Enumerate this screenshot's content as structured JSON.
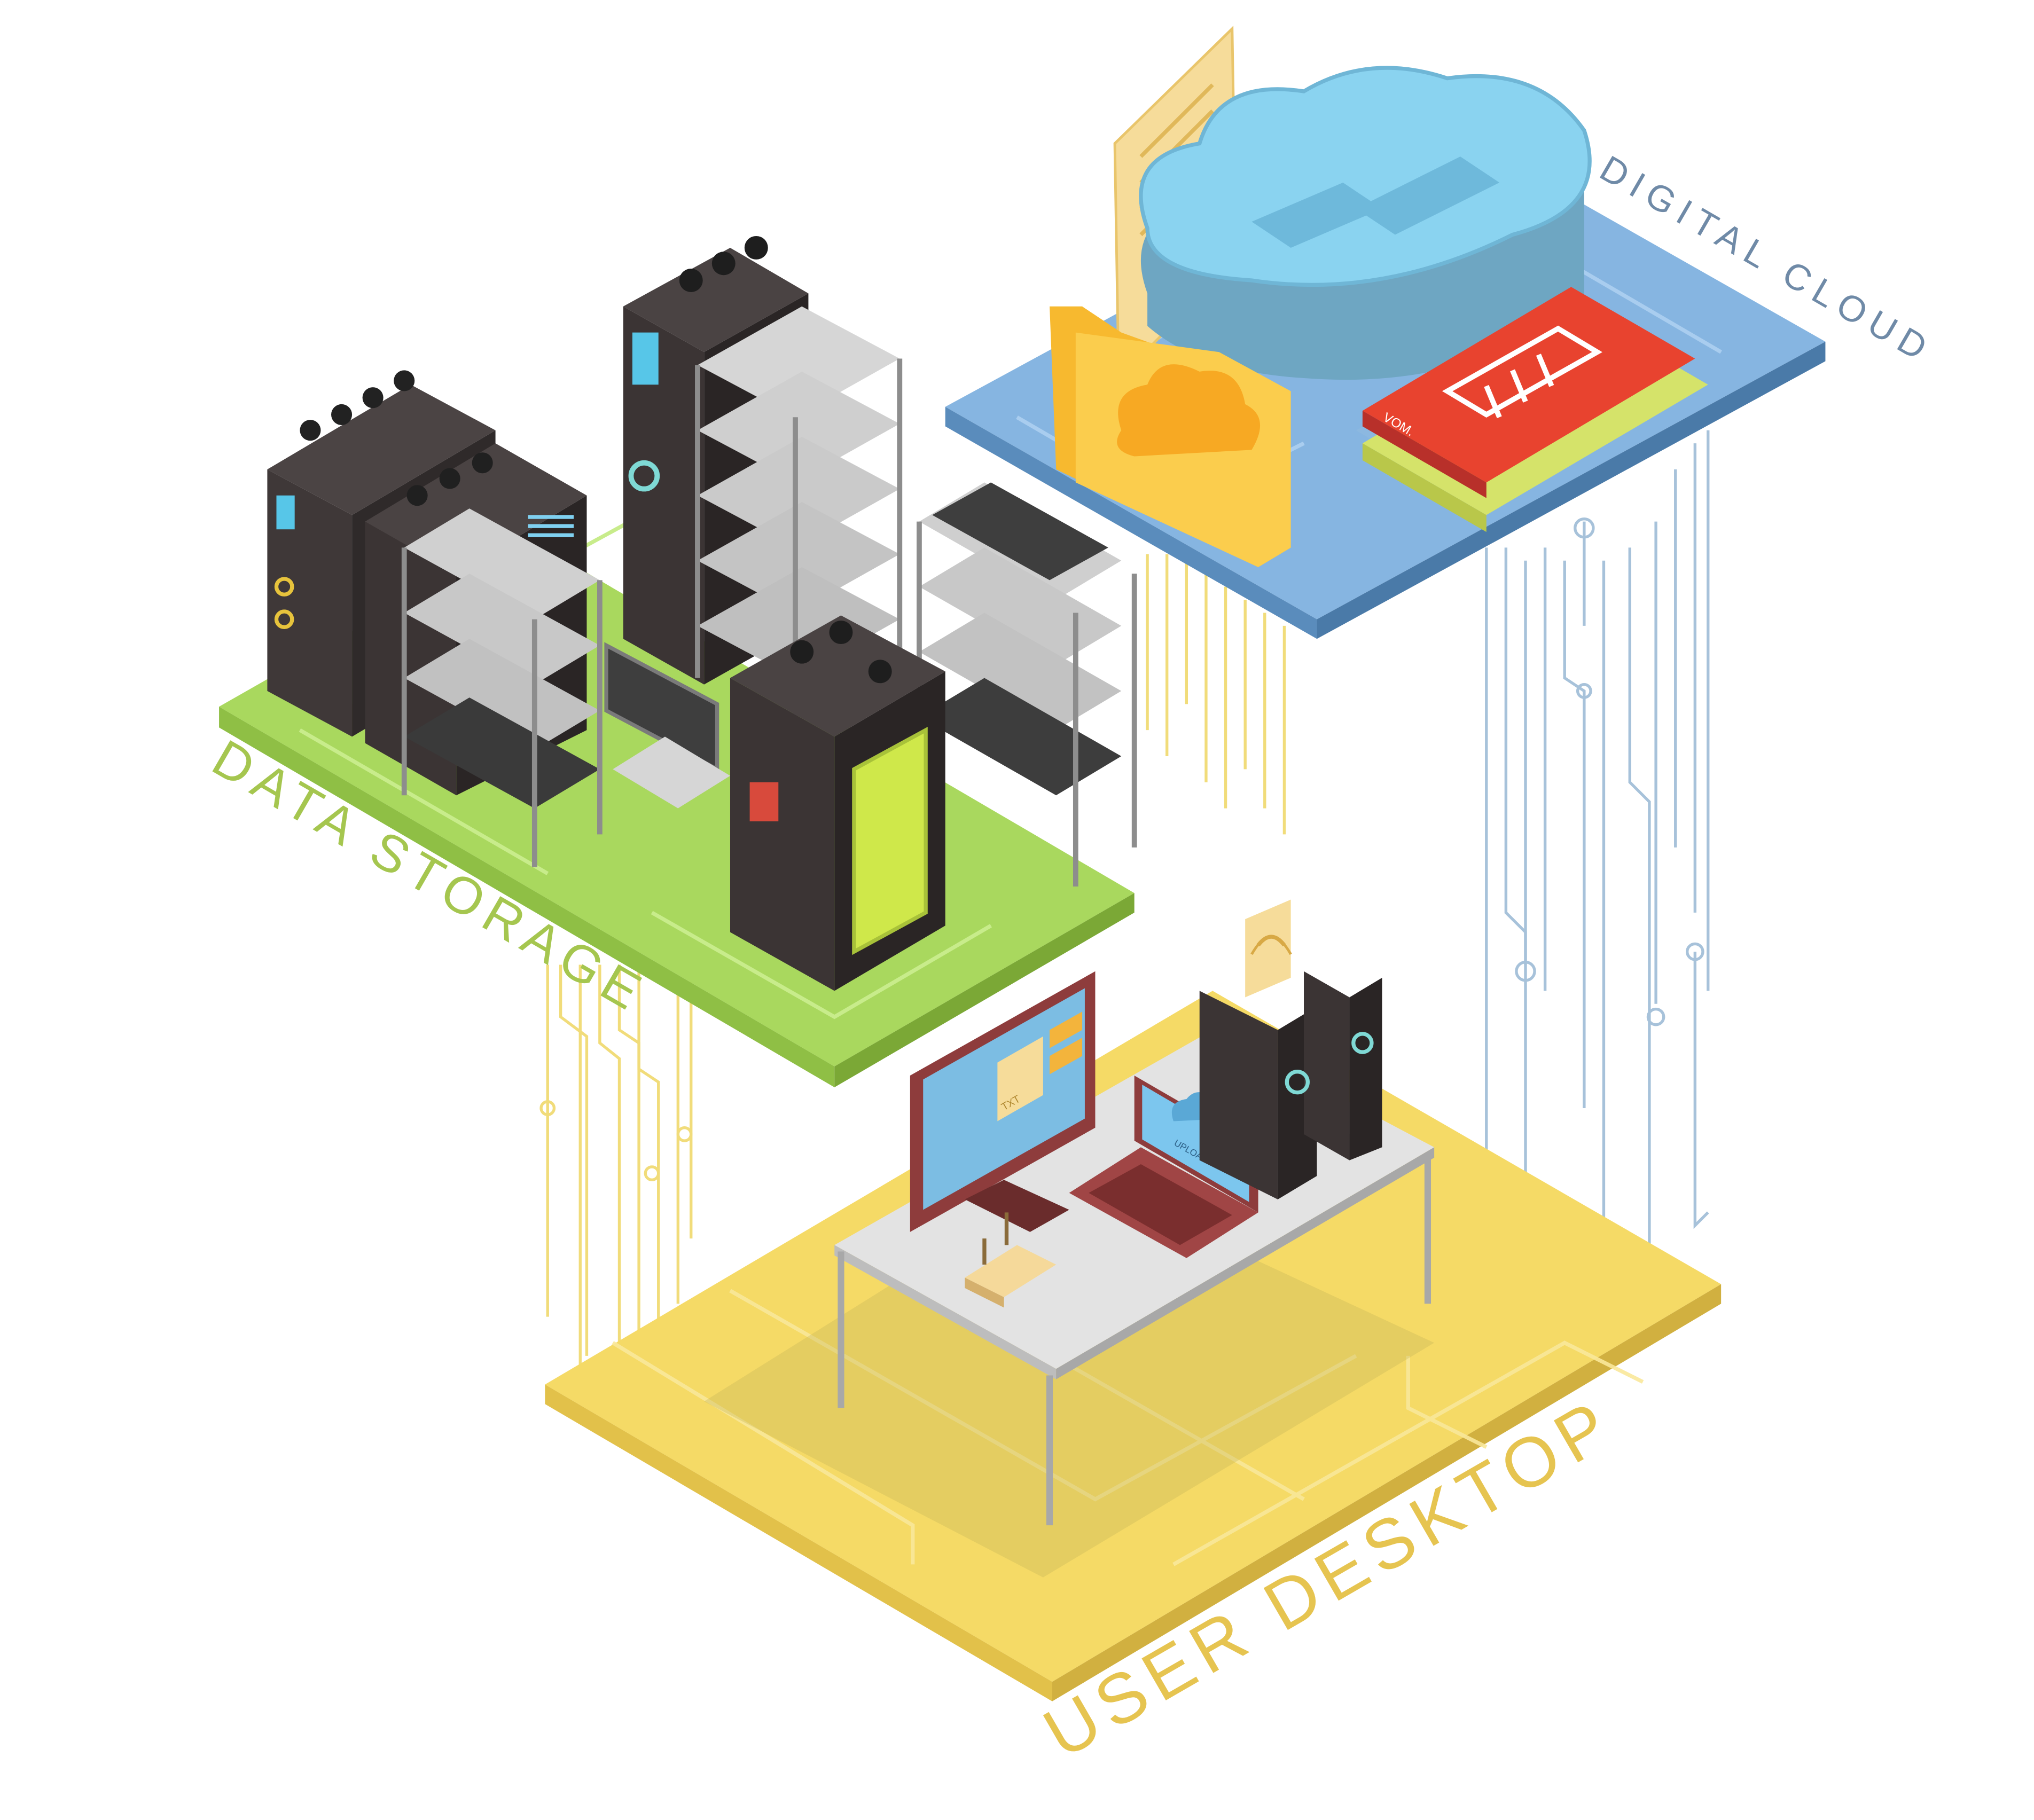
{
  "labels": {
    "data_storage": "DATA STORAGE",
    "digital_cloud": "DIGITAL CLOUD",
    "user_desktop": "USER DESKTOP"
  },
  "small_text": {
    "video_card": "VOM.",
    "document": "TXT",
    "laptop_screen": "UPLOAD"
  },
  "colors": {
    "storage_platform": "#a5d65a",
    "cloud_platform": "#6fa4d6",
    "desktop_platform": "#f3d45a",
    "storage_label": "#a5c64f",
    "cloud_label": "#6f8aa7",
    "desktop_label": "#e6c450",
    "server_dark": "#3b3535",
    "rack_gray": "#c6c6c6",
    "cloud_fill": "#86d0ef",
    "folder": "#f9c23a",
    "film_card": "#e84332",
    "monitor_frame": "#8b3a3a"
  },
  "icons": {
    "cloud": "cloud-icon",
    "folder": "folder-cloud-icon",
    "film": "film-strip-icon",
    "document": "document-icon",
    "wifi": "wifi-antenna-icon"
  }
}
